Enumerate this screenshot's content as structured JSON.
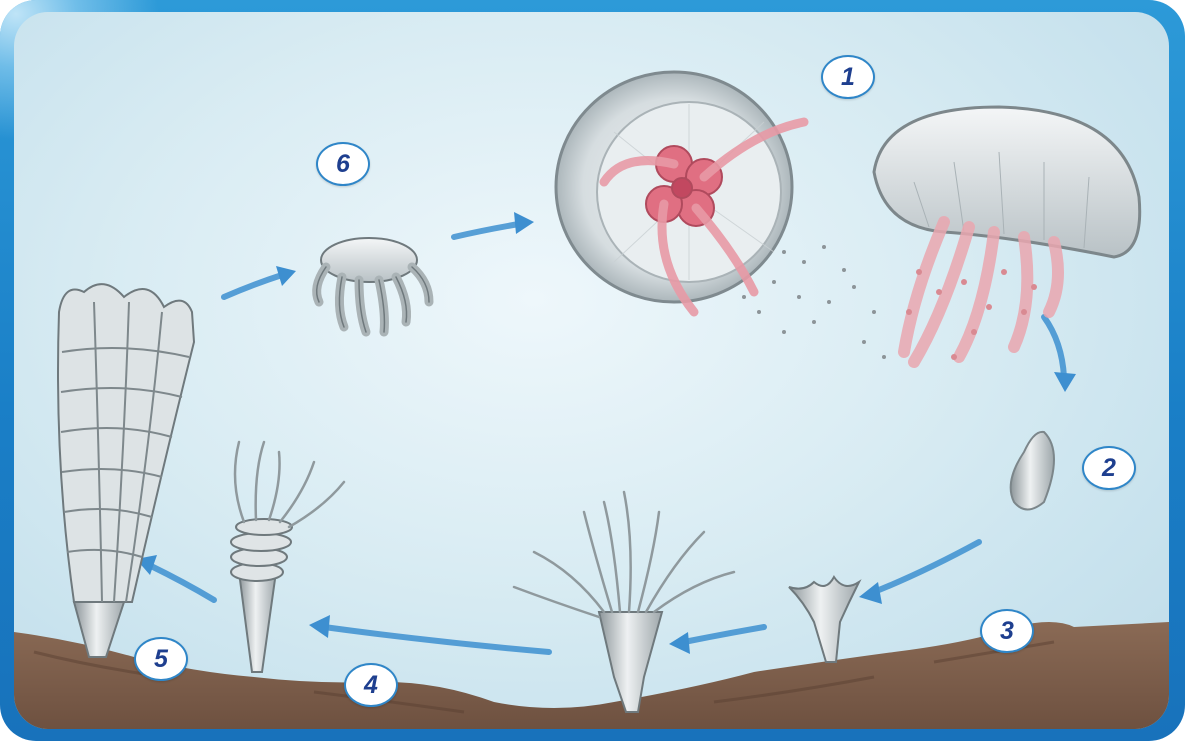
{
  "diagram": {
    "stages": [
      {
        "id": "1",
        "label": "1"
      },
      {
        "id": "2",
        "label": "2"
      },
      {
        "id": "3",
        "label": "3"
      },
      {
        "id": "4",
        "label": "4"
      },
      {
        "id": "5",
        "label": "5"
      },
      {
        "id": "6",
        "label": "6"
      }
    ],
    "colors": {
      "frame_blue": "#1a7fc7",
      "label_border": "#2f86c8",
      "label_text": "#1e3f8f",
      "arrow_blue": "#3d8fd0",
      "tentacle_pink": "#e8a0a8",
      "seabed_brown": "#7a5a45",
      "water": "#d9ecf3"
    }
  }
}
